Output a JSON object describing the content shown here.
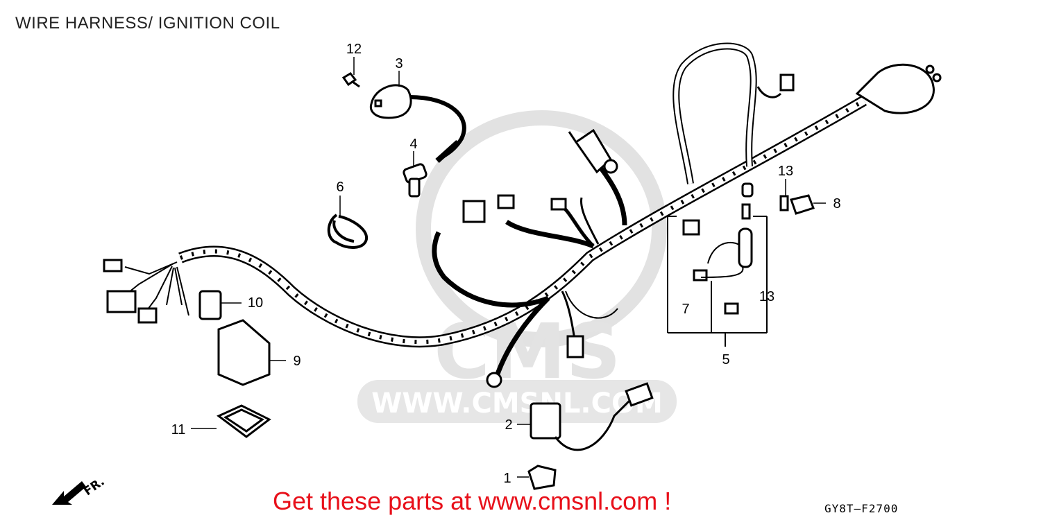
{
  "title": "WIRE HARNESS/ IGNITION COIL",
  "callouts": {
    "c1": "1",
    "c2": "2",
    "c3": "3",
    "c4": "4",
    "c5": "5",
    "c6": "6",
    "c7": "7",
    "c8": "8",
    "c9": "9",
    "c10": "10",
    "c11": "11",
    "c12": "12",
    "c13a": "13",
    "c13b": "13"
  },
  "front_arrow_label": "FR.",
  "watermark_text": "WWW.CMSNL.COM",
  "watermark_logo": "CMS",
  "promo_text": "Get these parts at www.cmsnl.com !",
  "reference_code": "GY8T—F2700",
  "colors": {
    "promo": "#e8101a",
    "watermark": "#d9d9d9",
    "line": "#000000"
  }
}
